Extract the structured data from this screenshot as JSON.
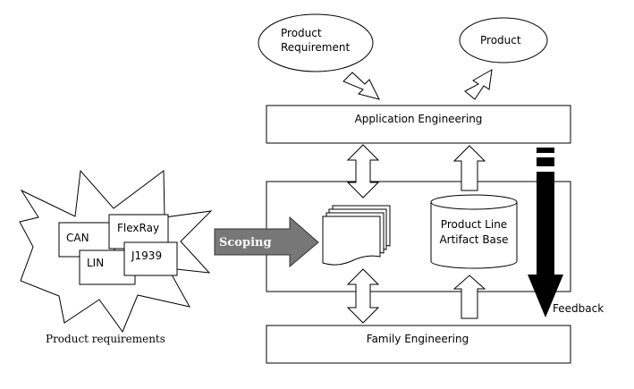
{
  "diagram": {
    "product_requirement_ellipse": {
      "line1": "Product",
      "line2": "Requirement"
    },
    "product_ellipse": {
      "label": "Product"
    },
    "application_engineering": {
      "label": "Application Engineering"
    },
    "family_engineering": {
      "label": "Family Engineering"
    },
    "artifact_base": {
      "line1": "Product Line",
      "line2": "Artifact Base"
    },
    "scoping": {
      "label": "Scoping"
    },
    "feedback": {
      "label": "Feedback"
    },
    "protocols": {
      "can": "CAN",
      "flexray": "FlexRay",
      "lin": "LIN",
      "j1939": "J1939"
    },
    "caption": {
      "label": "Product requirements"
    }
  }
}
